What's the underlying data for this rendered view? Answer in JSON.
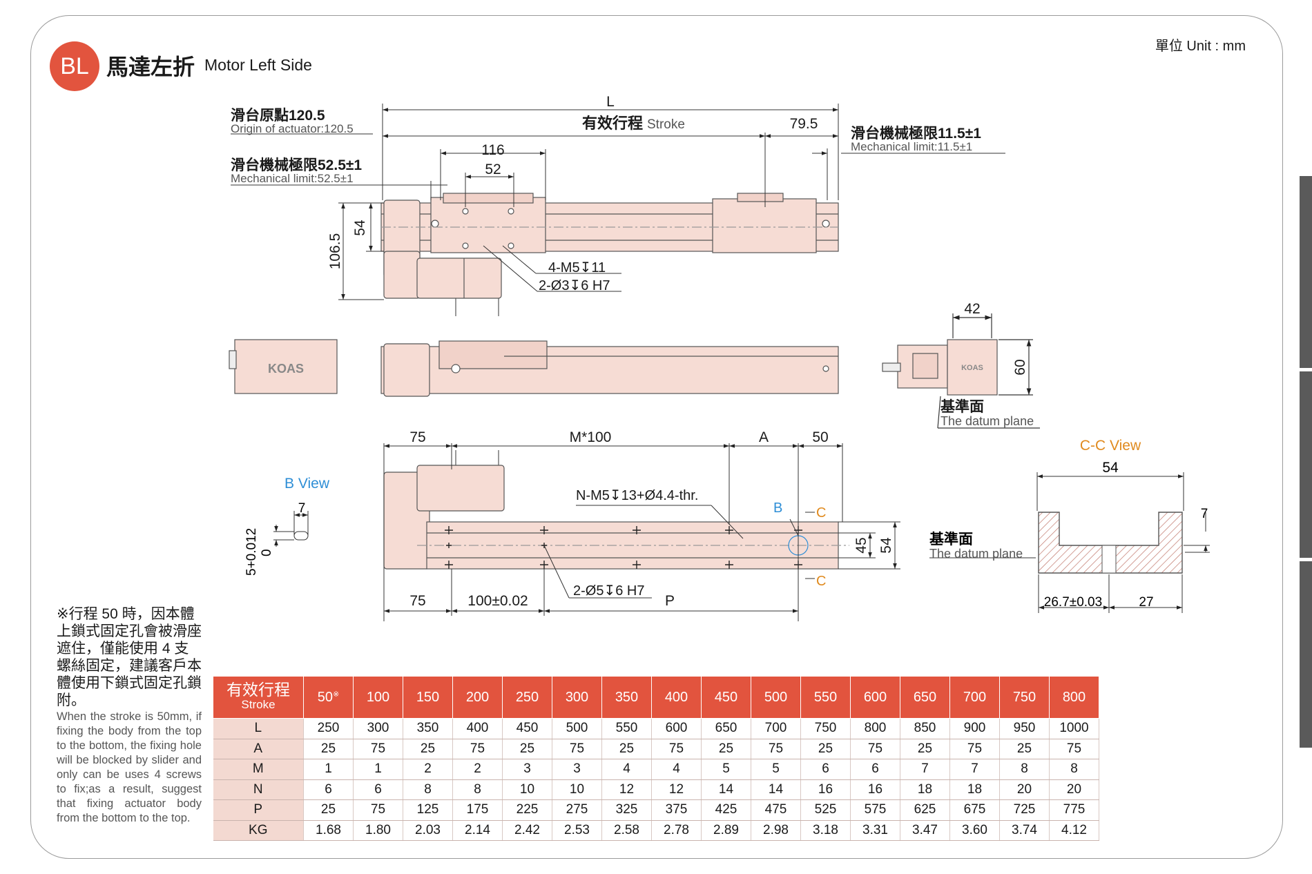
{
  "header": {
    "badge": "BL",
    "title_zh": "馬達左折",
    "title_en": "Motor Left Side",
    "unit": "單位 Unit : mm"
  },
  "colors": {
    "accent": "#e2543e",
    "body_fill": "#f6dcd4",
    "view_label": "#2e8ed6",
    "section_label": "#e08a1e"
  },
  "drawing": {
    "top_view": {
      "L": "L",
      "stroke_zh": "有效行程",
      "stroke_en": "Stroke",
      "d_79_5": "79.5",
      "origin_zh": "滑台原點120.5",
      "origin_en": "Origin of actuator:120.5",
      "mech_left_zh": "滑台機械極限52.5±1",
      "mech_left_en": "Mechanical limit:52.5±1",
      "mech_right_zh": "滑台機械極限11.5±1",
      "mech_right_en": "Mechanical limit:11.5±1",
      "d_116": "116",
      "d_52": "52",
      "d_106_5": "106.5",
      "d_54": "54",
      "callout_m5": "4-M5↧11",
      "callout_pin": "2-Ø3↧6 H7"
    },
    "side_view": {
      "logo": "KOAS"
    },
    "end_view": {
      "d_42": "42",
      "d_60": "60",
      "datum_zh": "基準面",
      "datum_en": "The datum plane",
      "logo": "KOAS"
    },
    "bottom_view": {
      "d_75_top": "75",
      "d_m100": "M*100",
      "d_a": "A",
      "d_50": "50",
      "callout_n": "N-M5↧13+Ø4.4-thr.",
      "callout_pin": "2-Ø5↧6 H7",
      "d_75_bottom": "75",
      "d_100": "100±0.02",
      "d_p": "P",
      "d_45": "45",
      "d_54": "54",
      "label_b": "B",
      "label_c": "C"
    },
    "b_view": {
      "title": "B View",
      "d_7": "7",
      "tol": "5+0.012",
      "tol_zero": "0"
    },
    "cc_view": {
      "title": "C-C View",
      "d_54": "54",
      "d_7": "7",
      "d_26_7": "26.7±0.03",
      "d_27": "27",
      "datum_zh": "基準面",
      "datum_en": "The datum plane"
    }
  },
  "note": {
    "zh": "※行程 50 時，因本體上鎖式固定孔會被滑座遮住，僅能使用 4 支螺絲固定，建議客戶本體使用下鎖式固定孔鎖附。",
    "en": "When the stroke is 50mm, if fixing the body from the top to the bottom, the fixing hole will be blocked by slider and only can be uses 4 screws to fix;as a result, suggest that fixing actuator body from the bottom to the top."
  },
  "table": {
    "header_zh": "有效行程",
    "header_en": "Stroke",
    "strokes": [
      "50",
      "100",
      "150",
      "200",
      "250",
      "300",
      "350",
      "400",
      "450",
      "500",
      "550",
      "600",
      "650",
      "700",
      "750",
      "800"
    ],
    "first_note": "※",
    "rows": [
      {
        "label": "L",
        "values": [
          "250",
          "300",
          "350",
          "400",
          "450",
          "500",
          "550",
          "600",
          "650",
          "700",
          "750",
          "800",
          "850",
          "900",
          "950",
          "1000"
        ]
      },
      {
        "label": "A",
        "values": [
          "25",
          "75",
          "25",
          "75",
          "25",
          "75",
          "25",
          "75",
          "25",
          "75",
          "25",
          "75",
          "25",
          "75",
          "25",
          "75"
        ]
      },
      {
        "label": "M",
        "values": [
          "1",
          "1",
          "2",
          "2",
          "3",
          "3",
          "4",
          "4",
          "5",
          "5",
          "6",
          "6",
          "7",
          "7",
          "8",
          "8"
        ]
      },
      {
        "label": "N",
        "values": [
          "6",
          "6",
          "8",
          "8",
          "10",
          "10",
          "12",
          "12",
          "14",
          "14",
          "16",
          "16",
          "18",
          "18",
          "20",
          "20"
        ]
      },
      {
        "label": "P",
        "values": [
          "25",
          "75",
          "125",
          "175",
          "225",
          "275",
          "325",
          "375",
          "425",
          "475",
          "525",
          "575",
          "625",
          "675",
          "725",
          "775"
        ]
      },
      {
        "label": "KG",
        "values": [
          "1.68",
          "1.80",
          "2.03",
          "2.14",
          "2.42",
          "2.53",
          "2.58",
          "2.78",
          "2.89",
          "2.98",
          "3.18",
          "3.31",
          "3.47",
          "3.60",
          "3.74",
          "4.12"
        ]
      }
    ]
  }
}
